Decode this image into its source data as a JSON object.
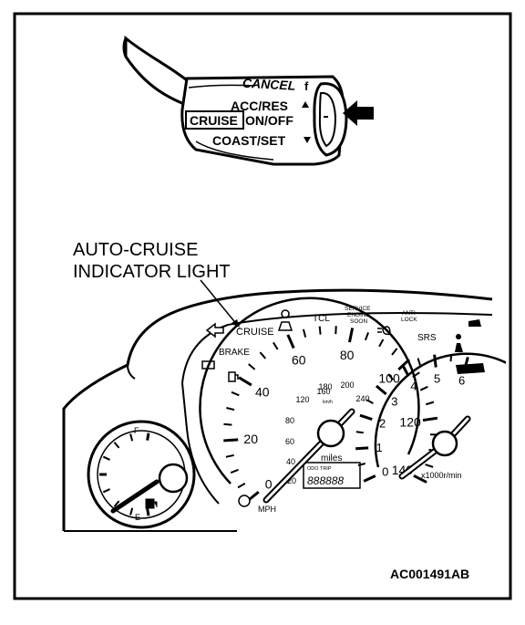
{
  "stalk": {
    "cancel": "CANCEL",
    "acc_res": "ACC/RES",
    "cruise": "CRUISE",
    "on_off": "ON/OFF",
    "coast_set": "COAST/SET"
  },
  "callout": {
    "line1": "AUTO-CRUISE",
    "line2": "INDICATOR LIGHT"
  },
  "warning_lights": {
    "cruise": "CRUISE",
    "brake": "BRAKE",
    "tcl": "TCL",
    "service_engine_soon": [
      "SERVICE",
      "ENGINE",
      "SOON"
    ],
    "anti_lock": [
      "ANTI",
      "LOCK"
    ],
    "srs": "SRS"
  },
  "speedometer": {
    "mph_ticks": [
      "0",
      "20",
      "40",
      "60",
      "80",
      "100",
      "120",
      "140"
    ],
    "kmh_ticks": [
      "20",
      "40",
      "60",
      "80",
      "120",
      "160",
      "180",
      "200",
      "240"
    ],
    "mph_label": "MPH",
    "kmh_label": "km/h",
    "odometer_label": "miles",
    "odometer_value": "888888",
    "odometer_trip": "ODO TRIP"
  },
  "tachometer": {
    "ticks": [
      "0",
      "1",
      "2",
      "3",
      "4",
      "5",
      "6"
    ],
    "unit": "x1000r/min"
  },
  "fuel_gauge": {
    "full": "F",
    "empty": "E"
  },
  "figure_id": "AC001491AB"
}
